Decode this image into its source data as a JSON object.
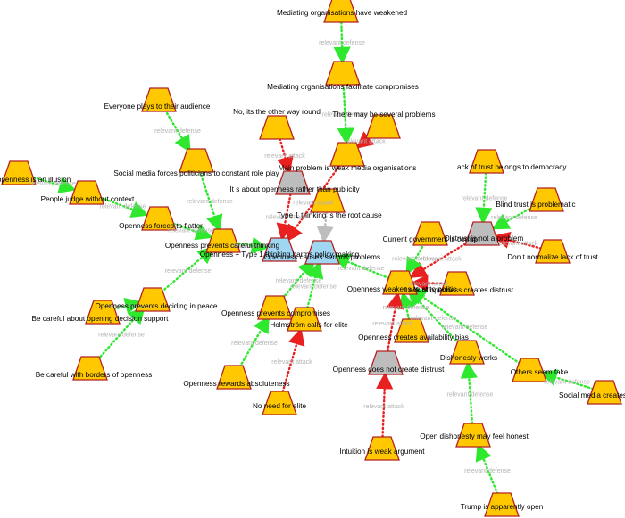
{
  "colors": {
    "claim_fill": "#ffc800",
    "claim_stroke": "#b22222",
    "issue_fill": "#9fd7f3",
    "issue_stroke": "#b22222",
    "neutral_fill": "#bdbdbd",
    "neutral_stroke": "#b22222",
    "defense_line": "#2ee82e",
    "attack_line": "#e82020",
    "neutral_line": "#bdbdbd",
    "edge_label": "#b4b4b4"
  },
  "nodes": [
    {
      "id": "mediating-weakened",
      "label": "Mediating organisations have weakened",
      "type": "claim"
    },
    {
      "id": "mediating-facilitate",
      "label": "Mediating organisations facilitate compromises",
      "type": "claim"
    },
    {
      "id": "other-way-round",
      "label": "No, its the other way round",
      "type": "claim"
    },
    {
      "id": "several-problems",
      "label": "There may be several problems",
      "type": "claim"
    },
    {
      "id": "weak-media",
      "label": "Main problem is weak media organisations",
      "type": "claim"
    },
    {
      "id": "openness-publicity",
      "label": "It s about openness rather than publicity",
      "type": "neutral"
    },
    {
      "id": "type1-root",
      "label": "Type 1 thinking is the root cause",
      "type": "claim"
    },
    {
      "id": "everyone-plays",
      "label": "Everyone plays to their audience",
      "type": "claim"
    },
    {
      "id": "social-media-role",
      "label": "Social media forces politicians to constant role play",
      "type": "claim"
    },
    {
      "id": "illusion",
      "label": "openness is an illusion",
      "type": "claim"
    },
    {
      "id": "judge-context",
      "label": "People judge without context",
      "type": "claim"
    },
    {
      "id": "forces-flatter",
      "label": "Openness forces to flatter",
      "type": "claim"
    },
    {
      "id": "prevents-careful",
      "label": "Openness prevents careful thinking",
      "type": "claim"
    },
    {
      "id": "type1-harms",
      "label": "Openness + Type 1 thinking harms policy making",
      "type": "issue"
    },
    {
      "id": "serious-problems",
      "label": "Openness causes serious problems",
      "type": "issue"
    },
    {
      "id": "lack-trust-democracy",
      "label": "Lack of trust belongs to democracy",
      "type": "claim"
    },
    {
      "id": "blind-trust",
      "label": "Blind trust is problematic",
      "type": "claim"
    },
    {
      "id": "distrust-not-problem",
      "label": "Distrust is not a problem",
      "type": "neutral"
    },
    {
      "id": "dont-normalize",
      "label": "Don t normalize lack of trust",
      "type": "claim"
    },
    {
      "id": "current-government",
      "label": "Current government is corrupt",
      "type": "claim"
    },
    {
      "id": "weakens-trust",
      "label": "Openness weakens trust to politic",
      "type": "claim"
    },
    {
      "id": "lack-openness-distrust",
      "label": "Lack of openness creates distrust",
      "type": "claim"
    },
    {
      "id": "prevents-deciding",
      "label": "Openness prevents deciding in peace",
      "type": "claim"
    },
    {
      "id": "opening-decision-support",
      "label": "Be careful about opening decision support",
      "type": "claim"
    },
    {
      "id": "prevents-compromises",
      "label": "Openness prevents compromises",
      "type": "claim"
    },
    {
      "id": "holmstrom",
      "label": "Holmström calls for elite",
      "type": "claim"
    },
    {
      "id": "availability-bias",
      "label": "Openness creates availability bias",
      "type": "claim"
    },
    {
      "id": "borders-openness",
      "label": "Be careful with borders of openness",
      "type": "claim"
    },
    {
      "id": "rewards-absoluteness",
      "label": "Openness rewards absoluteness",
      "type": "claim"
    },
    {
      "id": "not-distrust",
      "label": "Openness does not create distrust",
      "type": "neutral"
    },
    {
      "id": "dishonesty-works",
      "label": "Dishonesty works",
      "type": "claim"
    },
    {
      "id": "others-fake",
      "label": "Others seem fake",
      "type": "claim"
    },
    {
      "id": "social-media-creates",
      "label": "Social media creates",
      "type": "claim"
    },
    {
      "id": "no-need-elite",
      "label": "No need for elite",
      "type": "claim"
    },
    {
      "id": "open-dishonesty",
      "label": "Open dishonesty may feel honest",
      "type": "claim"
    },
    {
      "id": "intuition-weak",
      "label": "Intuition is weak argument",
      "type": "claim"
    },
    {
      "id": "trump-open",
      "label": "Trump is apparently open",
      "type": "claim"
    }
  ],
  "edges": [
    {
      "from": "mediating-weakened",
      "to": "mediating-facilitate",
      "kind": "defense",
      "label": "relevant defense"
    },
    {
      "from": "mediating-facilitate",
      "to": "weak-media",
      "kind": "defense",
      "label": "relevant defense"
    },
    {
      "from": "several-problems",
      "to": "weak-media",
      "kind": "attack",
      "label": "relevant attack"
    },
    {
      "from": "other-way-round",
      "to": "openness-publicity",
      "kind": "attack",
      "label": "relevant attack"
    },
    {
      "from": "weak-media",
      "to": "type1-harms",
      "kind": "attack",
      "label": "relevant attack"
    },
    {
      "from": "openness-publicity",
      "to": "type1-harms",
      "kind": "attack",
      "label": "relevant attack"
    },
    {
      "from": "type1-root",
      "to": "serious-problems",
      "kind": "neutral",
      "label": ""
    },
    {
      "from": "everyone-plays",
      "to": "social-media-role",
      "kind": "defense",
      "label": "relevant defense"
    },
    {
      "from": "social-media-role",
      "to": "prevents-careful",
      "kind": "defense",
      "label": "relevant defense"
    },
    {
      "from": "illusion",
      "to": "judge-context",
      "kind": "defense",
      "label": "relevant defense"
    },
    {
      "from": "judge-context",
      "to": "forces-flatter",
      "kind": "defense",
      "label": "relevant defense"
    },
    {
      "from": "forces-flatter",
      "to": "prevents-careful",
      "kind": "defense",
      "label": "relevant defense"
    },
    {
      "from": "prevents-careful",
      "to": "type1-harms",
      "kind": "defense",
      "label": "relevant defense"
    },
    {
      "from": "lack-trust-democracy",
      "to": "distrust-not-problem",
      "kind": "defense",
      "label": "relevant defense"
    },
    {
      "from": "blind-trust",
      "to": "distrust-not-problem",
      "kind": "defense",
      "label": "relevant defense"
    },
    {
      "from": "dont-normalize",
      "to": "distrust-not-problem",
      "kind": "attack",
      "label": "relevant attack"
    },
    {
      "from": "distrust-not-problem",
      "to": "weakens-trust",
      "kind": "attack",
      "label": "relevant attack"
    },
    {
      "from": "current-government",
      "to": "weakens-trust",
      "kind": "defense",
      "label": "relevant defense"
    },
    {
      "from": "weakens-trust",
      "to": "serious-problems",
      "kind": "defense",
      "label": "relevant defense"
    },
    {
      "from": "prevents-deciding",
      "to": "prevents-careful",
      "kind": "defense",
      "label": "relevant defense"
    },
    {
      "from": "opening-decision-support",
      "to": "prevents-deciding",
      "kind": "defense",
      "label": "relevant defense"
    },
    {
      "from": "borders-openness",
      "to": "prevents-deciding",
      "kind": "defense",
      "label": "relevant defense"
    },
    {
      "from": "prevents-compromises",
      "to": "serious-problems",
      "kind": "defense",
      "label": "relevant defense"
    },
    {
      "from": "rewards-absoluteness",
      "to": "prevents-compromises",
      "kind": "defense",
      "label": "relevant defense"
    },
    {
      "from": "holmstrom",
      "to": "serious-problems",
      "kind": "defense",
      "label": "relevant defense"
    },
    {
      "from": "no-need-elite",
      "to": "holmstrom",
      "kind": "attack",
      "label": "relevant attack"
    },
    {
      "from": "lack-openness-distrust",
      "to": "weakens-trust",
      "kind": "attack",
      "label": "relevant attack"
    },
    {
      "from": "availability-bias",
      "to": "weakens-trust",
      "kind": "defense",
      "label": "relevant defense"
    },
    {
      "from": "not-distrust",
      "to": "weakens-trust",
      "kind": "attack",
      "label": "relevant attack"
    },
    {
      "from": "intuition-weak",
      "to": "not-distrust",
      "kind": "attack",
      "label": "relevant attack"
    },
    {
      "from": "dishonesty-works",
      "to": "weakens-trust",
      "kind": "defense",
      "label": "relevant defense"
    },
    {
      "from": "others-fake",
      "to": "weakens-trust",
      "kind": "defense",
      "label": "relevant defense"
    },
    {
      "from": "social-media-creates",
      "to": "others-fake",
      "kind": "defense",
      "label": "relevant defense"
    },
    {
      "from": "open-dishonesty",
      "to": "dishonesty-works",
      "kind": "defense",
      "label": "relevant defense"
    },
    {
      "from": "trump-open",
      "to": "open-dishonesty",
      "kind": "defense",
      "label": "relevant defense"
    }
  ]
}
